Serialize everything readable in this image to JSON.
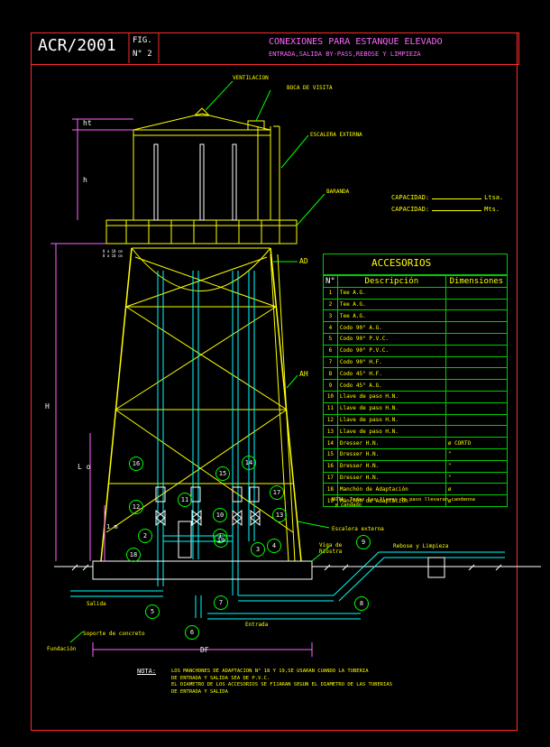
{
  "title_block": {
    "logo": "ACR/2001",
    "fig_label": "FIG.",
    "fig_number": "N° 2",
    "title": "CONEXIONES PARA ESTANQUE ELEVADO",
    "subtitle": "ENTRADA,SALIDA BY-PASS,REBOSE Y LIMPIEZA"
  },
  "labels": {
    "ventilacion": "VENTILACION",
    "boca_visita": "BOCA DE VISITA",
    "escalera": "ESCALERA EXTERNA",
    "baranda": "BARANDA",
    "ad": "AD",
    "ah": "AH",
    "ht": "ht",
    "h": "h",
    "H": "H",
    "Lo": "L o",
    "one_m": "1 m",
    "small_dim": "8 a 10 cm\n8 a 10 cm",
    "df": "DF",
    "escalera_externa_low": "Escalera externa",
    "viga_de_riostra": "Viga de\nRiostra",
    "rebose_limpieza": "Rebose y Limpieza",
    "salida": "Salida",
    "entrada": "Entrada",
    "soporte": "Soporte de concreto",
    "fundacion": "Fundación"
  },
  "capacity": {
    "line1_label": "CAPACIDAD:",
    "line1_unit": "Ltsa.",
    "line2_label": "CAPACIDAD:",
    "line2_unit": "Mts."
  },
  "accesorios": {
    "title": "ACCESORIOS",
    "headers": [
      "N°",
      "Descripción",
      "Dimensiones"
    ],
    "rows": [
      [
        "1",
        "Tee A.G.",
        ""
      ],
      [
        "2",
        "Tee A.G.",
        ""
      ],
      [
        "3",
        "Tee A.G.",
        ""
      ],
      [
        "4",
        "Codo 90° A.G.",
        ""
      ],
      [
        "5",
        "Codo 90° P.V.C.",
        ""
      ],
      [
        "6",
        "Codo 90° P.V.C.",
        ""
      ],
      [
        "7",
        "Codo 90° H.F.",
        ""
      ],
      [
        "8",
        "Codo 45° H.F.",
        ""
      ],
      [
        "9",
        "Codo 45° A.G.",
        ""
      ],
      [
        "10",
        "Llave de paso H.N.",
        ""
      ],
      [
        "11",
        "Llave de paso H.N.",
        ""
      ],
      [
        "12",
        "Llave de paso H.N.",
        ""
      ],
      [
        "13",
        "Llave de paso H.N.",
        ""
      ],
      [
        "14",
        "Dresser H.N.",
        "ø CORTO"
      ],
      [
        "15",
        "Dresser H.N.",
        "\""
      ],
      [
        "16",
        "Dresser H.N.",
        "\""
      ],
      [
        "17",
        "Dresser H.N.",
        "\""
      ],
      [
        "18",
        "Manchón de Adaptación",
        "ø"
      ],
      [
        "19",
        "Manchón de Adaptación",
        "ø"
      ]
    ],
    "note": "NOTA: Todas las llaves de paso llevaran candenna\n y candado"
  },
  "callouts": [
    "1",
    "2",
    "3",
    "4",
    "5",
    "6",
    "7",
    "8",
    "9",
    "10",
    "11",
    "12",
    "13",
    "14",
    "15",
    "16",
    "17",
    "18",
    "19"
  ],
  "footer_note": {
    "label": "NOTA:",
    "lines": [
      "LOS MANCHONES DE ADAPTACION N° 18 Y 19,SE USARAN CUANDO LA TUBERIA",
      "DE ENTRADA Y SALIDA SEA DE P.V.C.",
      "EL DIAMETRO DE LOS ACCESORIOS SE FIJARAN SEGUN EL DIAMETRO DE LAS TUBERIAS",
      "DE ENTRADA Y SALIDA"
    ]
  },
  "colors": {
    "frame": "#ff2a2a",
    "tank": "#ffff00",
    "pipes": "#00ffff",
    "table": "#00cc00",
    "dims": "#ff66ff",
    "leaders": "#00ff00",
    "text": "#ffffff"
  }
}
